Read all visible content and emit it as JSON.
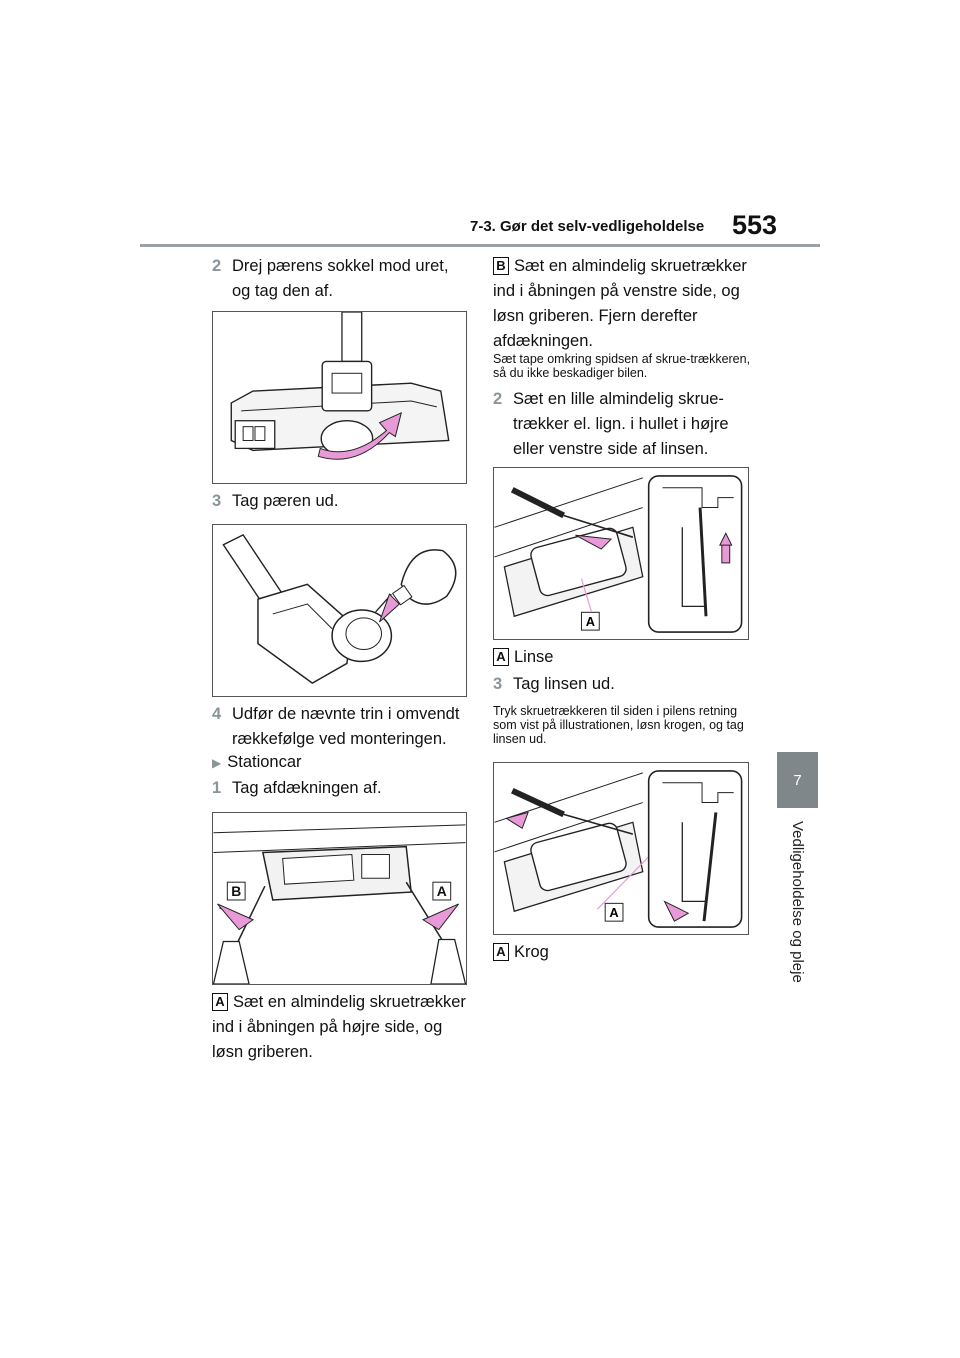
{
  "header": {
    "section": "7-3. Gør det selv-vedligeholdelse",
    "page_number": "553"
  },
  "side_tab": {
    "chapter": "7",
    "title": "Vedligeholdelse og pleje"
  },
  "left": {
    "step2": {
      "num": "2",
      "text": "Drej pærens sokkel mod uret, og tag den af."
    },
    "step3": {
      "num": "3",
      "text": "Tag pæren ud."
    },
    "step4": {
      "num": "4",
      "text": "Udfør de nævnte trin i omvendt rækkefølge ved monteringen."
    },
    "variant": "Stationcar",
    "step1": {
      "num": "1",
      "text": "Tag afdækningen af."
    },
    "fig3_labels": {
      "b": "B",
      "a": "A"
    },
    "note_a": {
      "label": "A",
      "text": "Sæt en almindelig skruetrækker ind i åbningen på højre side, og løsn griberen."
    }
  },
  "right": {
    "note_b": {
      "label": "B",
      "text": "Sæt en almindelig skruetrækker ind i åbningen på venstre side, og løsn griberen. Fjern derefter afdækningen."
    },
    "tip1": "Sæt tape omkring spidsen af skrue-trækkeren, så du ikke beskadiger bilen.",
    "step2": {
      "num": "2",
      "text": "Sæt en lille almindelig skrue-trækker el. lign. i hullet i højre eller venstre side af linsen."
    },
    "fig4_label": "A",
    "legend1": {
      "label": "A",
      "text": "Linse"
    },
    "step3": {
      "num": "3",
      "text": "Tag linsen ud."
    },
    "tip2": "Tryk skruetrækkeren til siden i pilens retning som vist på illustrationen, løsn krogen, og tag linsen ud.",
    "fig5_label": "A",
    "legend2": {
      "label": "A",
      "text": "Krog"
    }
  },
  "colors": {
    "arrow": "#e89ad8",
    "tab": "#7f878b",
    "rule": "#9aa0a3"
  }
}
